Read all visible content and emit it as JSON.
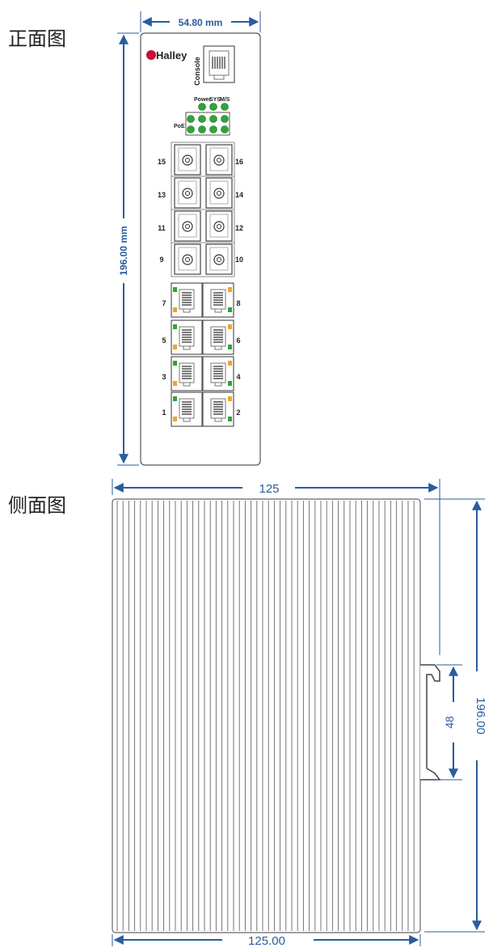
{
  "sections": {
    "front_title": "正面图",
    "side_title": "侧面图"
  },
  "front": {
    "width_label": "54.80 mm",
    "height_label": "196.00 mm",
    "brand": "Halley",
    "console_label": "Console",
    "led_labels": {
      "power": "Power",
      "sys": "SYS",
      "ms": "M/S",
      "poe": "PoE"
    },
    "fiber_ports": [
      {
        "left": "15",
        "right": "16"
      },
      {
        "left": "13",
        "right": "14"
      },
      {
        "left": "11",
        "right": "12"
      },
      {
        "left": "9",
        "right": "10"
      }
    ],
    "rj45_ports": [
      {
        "left": "7",
        "right": "8"
      },
      {
        "left": "5",
        "right": "6"
      },
      {
        "left": "3",
        "right": "4"
      },
      {
        "left": "1",
        "right": "2"
      }
    ]
  },
  "side": {
    "top_width_label": "125",
    "bottom_width_label": "125.00",
    "height_label": "196.00",
    "rail_label": "48"
  },
  "colors": {
    "dimension": "#2a5c9e",
    "led_green": "#2fa43a",
    "led_orange": "#f0a32a",
    "outline": "#555555"
  }
}
